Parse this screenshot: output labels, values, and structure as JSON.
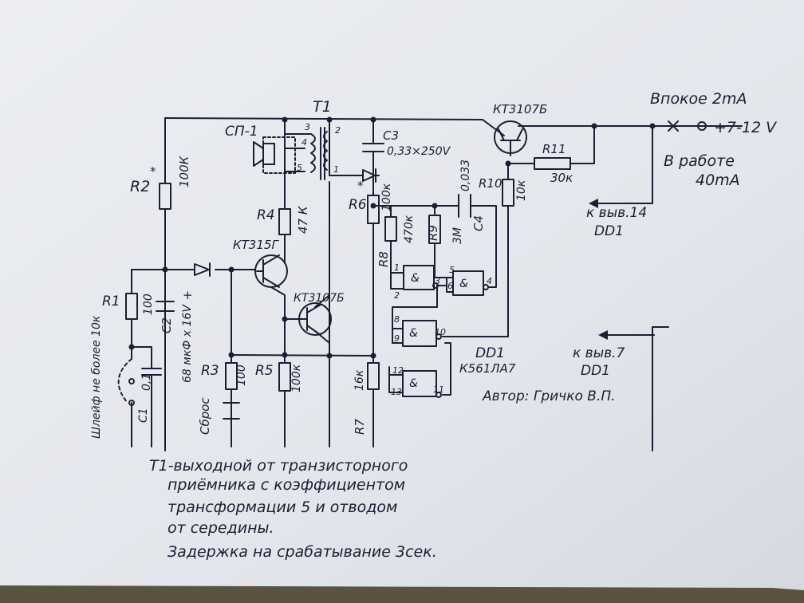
{
  "labels": {
    "t1": "T1",
    "sp1": "СП-1",
    "w1": "1",
    "w2": "2",
    "w3": "3",
    "w4": "4",
    "w5": "5",
    "c3": "C3",
    "c3_val": "0,33×250V",
    "q_top": "КТ3107Б",
    "power_idle": "Впокое 2mA",
    "power_supply": "+7-12 V",
    "work_title": "В работе",
    "work_current": "40mA",
    "r11": "R11",
    "r11_val": "30к",
    "r10": "R10",
    "r10_val": "10к",
    "pin14": "к выв.14",
    "dd1_a": "DD1",
    "r2": "R2",
    "r2_val": "100К",
    "star": "*",
    "r6": "R6",
    "r6_val": "100к",
    "c4_val": "0,033",
    "c4": "C4",
    "r9": "R9",
    "r9_val": "3М",
    "r8_val": "470к",
    "r8": "R8",
    "r4": "R4",
    "r4_val": "47 К",
    "q_mid": "КТ315Г",
    "q_low": "КТ3107Б",
    "r1": "R1",
    "r1_val": "100",
    "c2": "C2",
    "c2_val": "68 мкФ х 16V",
    "plus": "+",
    "loop": "Шлейф не более 10к",
    "c1": "C1",
    "c1_val": "0,1",
    "r3": "R3",
    "r3_val": "100",
    "reset": "Сброс",
    "r5": "R5",
    "r5_val": "100к",
    "r7": "R7",
    "r7_val": "16к",
    "amp": "&",
    "p1": "1",
    "p2": "2",
    "p3": "3",
    "p4": "4",
    "p5": "5",
    "p6": "6",
    "p8": "8",
    "p9": "9",
    "p10": "10",
    "p11": "11",
    "p12": "12",
    "p13": "13",
    "dd1_chip": "DD1",
    "dd1_type": "К561ЛА7",
    "pin7": "к выв.7",
    "dd1_b": "DD1",
    "author": "Автор: Гричко В.П."
  },
  "notes": [
    "Т1-выходной от транзисторного",
    "приёмника с коэффициентом",
    "трансформации 5 и отводом",
    "от середины.",
    "Задержка на срабатывание 3сек."
  ]
}
